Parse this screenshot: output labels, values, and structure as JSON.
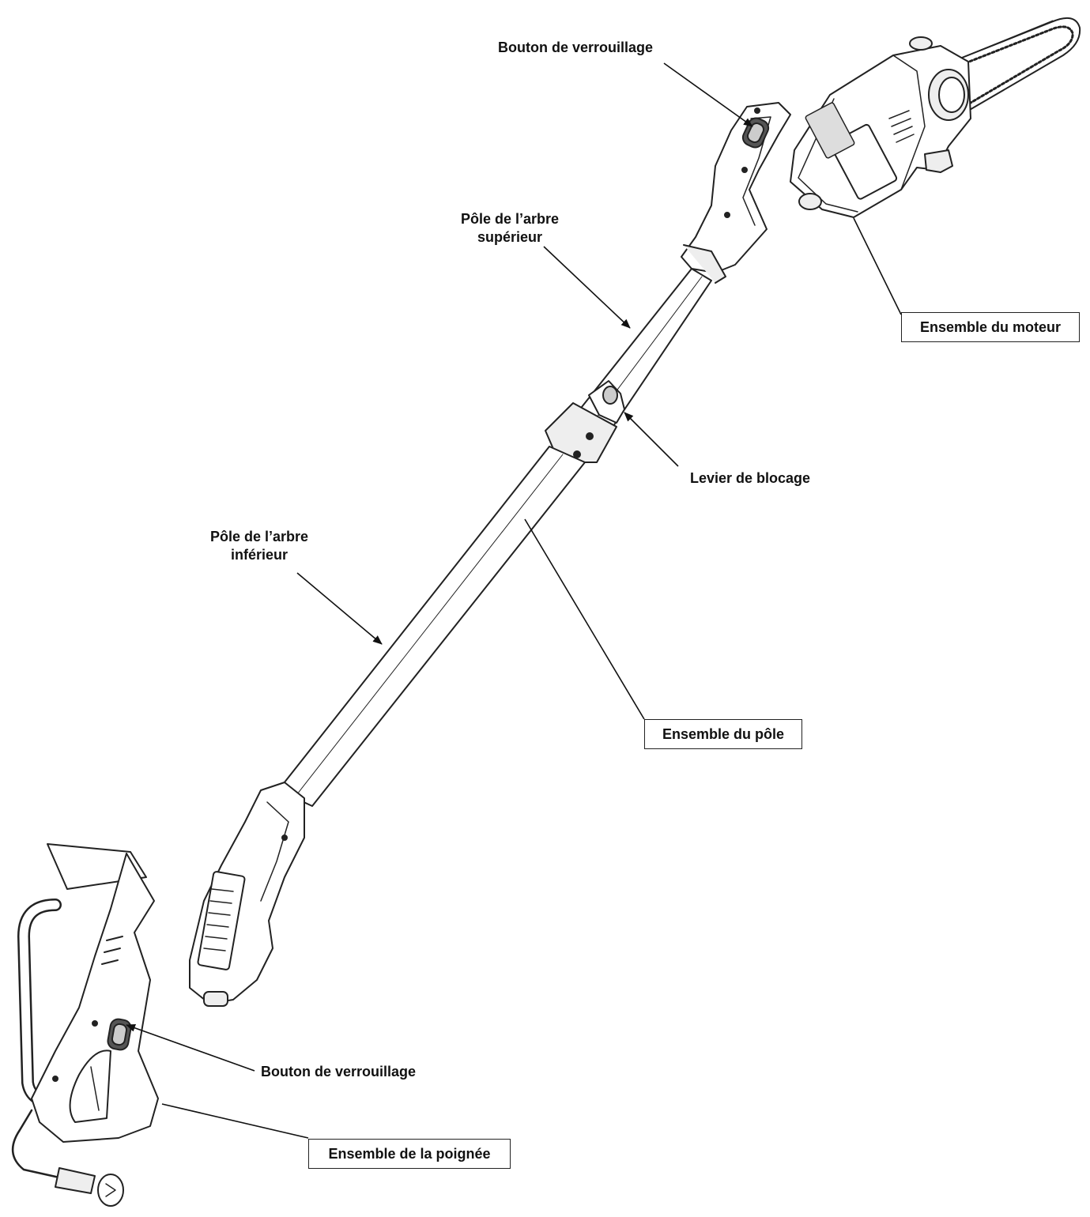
{
  "labels": {
    "lock_button_top": "Bouton de verrouillage",
    "upper_shaft_line1": "Pôle de l’arbre",
    "upper_shaft_line2": "supérieur",
    "motor_assembly": "Ensemble du moteur",
    "lock_lever": "Levier de blocage",
    "lower_shaft_line1": "Pôle de l’arbre",
    "lower_shaft_line2": "inférieur",
    "pole_assembly": "Ensemble du pôle",
    "lock_button_bottom": "Bouton de verrouillage",
    "handle_assembly": "Ensemble de la poignée"
  }
}
